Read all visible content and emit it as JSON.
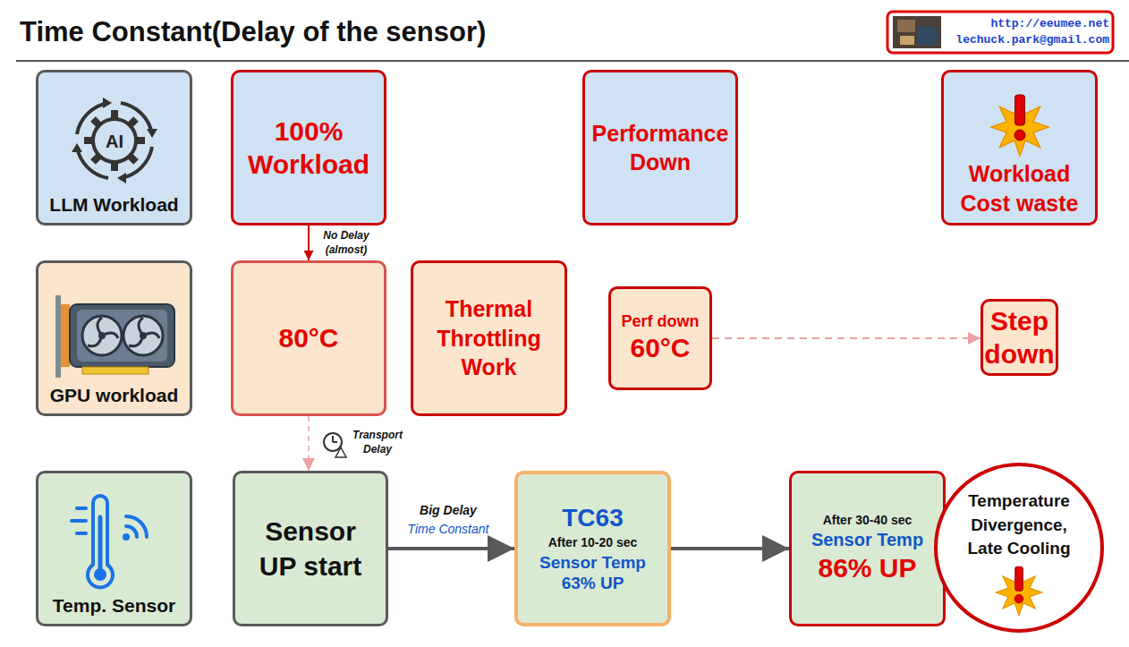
{
  "diagram": {
    "title": "Time Constant(Delay of the sensor)",
    "nodes": [
      {
        "text": [
          "LLM Workload"
        ]
      },
      {
        "text": [
          "100% Workload"
        ]
      },
      {
        "text": [
          "Performance Down"
        ]
      },
      {
        "text": [
          "Workload Cost waste"
        ]
      },
      {
        "text": [
          "GPU workload"
        ]
      },
      {
        "text": [
          "80°C"
        ]
      },
      {
        "text": [
          "Thermal Throttling Work"
        ]
      },
      {
        "text": [
          "Perf down",
          "60°C"
        ]
      },
      {
        "text": [
          "Step down"
        ]
      },
      {
        "text": [
          "Temp. Sensor"
        ]
      },
      {
        "text": [
          "Sensor UP start"
        ]
      },
      {
        "text": [
          "TC63",
          "After 10-20 sec",
          "Sensor Temp 63% UP"
        ]
      },
      {
        "text": [
          "After 30-40 sec",
          "Sensor Temp",
          "86% UP"
        ]
      },
      {
        "text": [
          "Temperature Divergence, Late Cooling"
        ]
      }
    ],
    "edges": [
      {
        "from": 1,
        "to": 5,
        "arrow": "to",
        "label": "No Delay (almost)"
      },
      {
        "from": 5,
        "to": 10,
        "arrow": "to",
        "label": "Transport Delay"
      },
      {
        "from": 10,
        "to": 11,
        "arrow": "to",
        "label": "Big Delay"
      },
      {
        "from": 11,
        "to": 12,
        "arrow": "to"
      },
      {
        "from": 7,
        "to": 8,
        "arrow": "to"
      }
    ],
    "labels": [
      "http://eeumee.net",
      "lechuck.park@gmail.com",
      "AI",
      "Time Constant"
    ]
  }
}
